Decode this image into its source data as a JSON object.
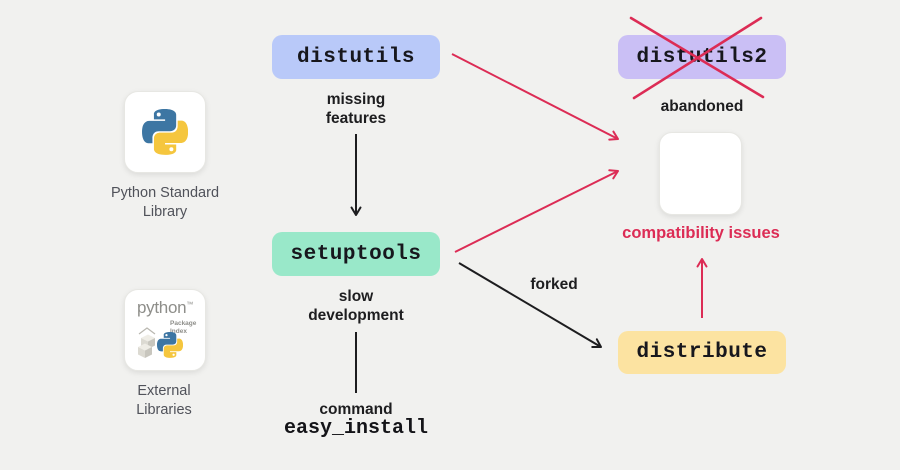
{
  "background": "#f1f1ef",
  "palette": {
    "red": "#dc2c55",
    "ink": "#1d1d1f",
    "muted_label": "#50525a",
    "distutils_bg": "#b9c9f9",
    "distutils2_bg": "#cabff5",
    "setuptools_bg": "#99e8c9",
    "distribute_bg": "#fce3a1",
    "python_blue": "#3d76a3",
    "python_yellow": "#f5c63e"
  },
  "left_column": {
    "stdlib": {
      "icon": "python-logo",
      "label_lines": [
        "Python Standard",
        "Library"
      ]
    },
    "external": {
      "icon": "pypi-logo",
      "label_lines": [
        "External",
        "Libraries"
      ],
      "pypi": {
        "wordmark": "python",
        "trademark": "™",
        "subtitle_lines": [
          "Package",
          "Index"
        ]
      }
    }
  },
  "nodes": {
    "distutils": {
      "label": "distutils",
      "annotation_lines": [
        "missing",
        "features"
      ]
    },
    "setuptools": {
      "label": "setuptools",
      "annotation_lines": [
        "slow",
        "development"
      ],
      "command_caption": "command",
      "command_name": "easy_install"
    },
    "distutils2": {
      "label": "distutils2",
      "annotation": "abandoned",
      "status": "crossed-out"
    },
    "distribute": {
      "label": "distribute"
    },
    "compatibility": {
      "annotation": "compatibility issues"
    }
  },
  "edges": {
    "forked_label": "forked"
  }
}
